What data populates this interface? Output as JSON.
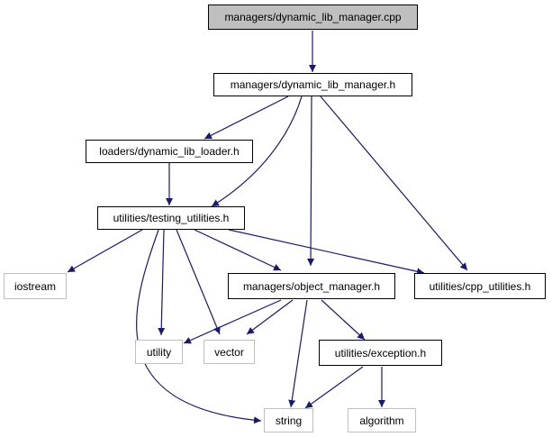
{
  "colors": {
    "edge": "#191970",
    "root_fill": "#bfbfbf",
    "node_border": "#000000",
    "system_border": "#bfbfbf"
  },
  "nodes": {
    "root": "managers/dynamic_lib_manager.cpp",
    "dynamic_lib_manager_h": "managers/dynamic_lib_manager.h",
    "dynamic_lib_loader_h": "loaders/dynamic_lib_loader.h",
    "testing_utilities_h": "utilities/testing_utilities.h",
    "iostream": "iostream",
    "object_manager_h": "managers/object_manager.h",
    "cpp_utilities_h": "utilities/cpp_utilities.h",
    "utility": "utility",
    "vector": "vector",
    "exception_h": "utilities/exception.h",
    "string": "string",
    "algorithm": "algorithm"
  }
}
